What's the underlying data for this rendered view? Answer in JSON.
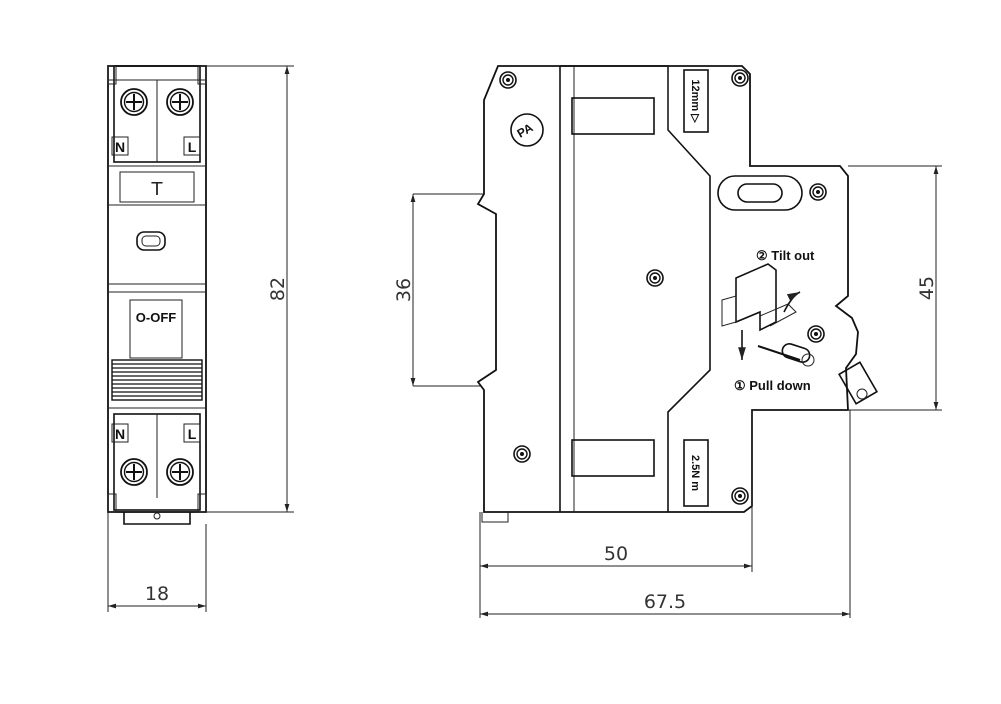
{
  "front_view": {
    "terminal_top_left": "N",
    "terminal_top_right": "L",
    "test_button": "T",
    "switch_label": "O-OFF",
    "terminal_bottom_left": "N",
    "terminal_bottom_right": "L"
  },
  "side_view": {
    "pa_mark": "PA",
    "top_badge": "12mm ▷",
    "bottom_badge": "2.5N m",
    "step_tilt": "② Tilt out",
    "step_pull": "① Pull down"
  },
  "dimensions": {
    "height": "82",
    "width": "18",
    "rail_height": "36",
    "right_height": "45",
    "depth": "50",
    "total_depth": "67.5"
  }
}
